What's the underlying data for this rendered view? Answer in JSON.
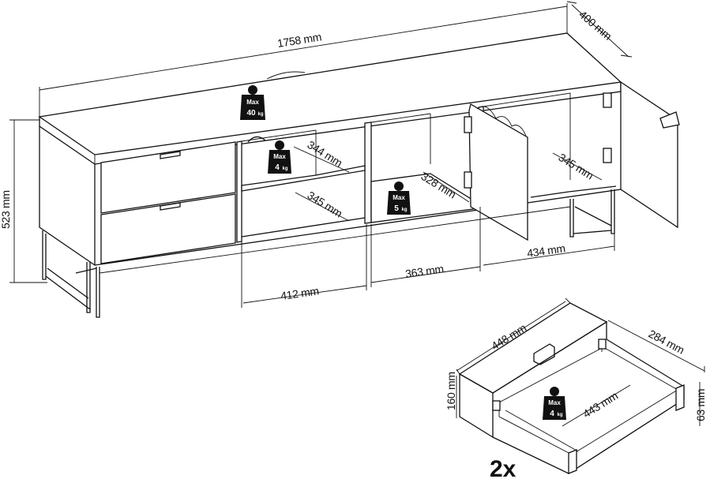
{
  "dimensions": {
    "total_width": "1758 mm",
    "depth": "400 mm",
    "height": "523 mm",
    "shelf_upper_depth": "344 mm",
    "shelf_lower_depth": "345 mm",
    "shelf_middle_depth": "328 mm",
    "shelf_right_depth": "345 mm",
    "compartment_left_width": "412 mm",
    "compartment_middle_width": "363 mm",
    "compartment_right_width": "434 mm",
    "drawer_outer_width": "448 mm",
    "drawer_outer_depth": "284 mm",
    "drawer_height": "160 mm",
    "drawer_inner_width": "443 mm",
    "drawer_inner_height": "63 mm"
  },
  "weights": {
    "top": {
      "label": "Max",
      "value": "40",
      "unit": "kg"
    },
    "shelf": {
      "label": "Max",
      "value": "4",
      "unit": "kg"
    },
    "middle": {
      "label": "Max",
      "value": "5",
      "unit": "kg"
    },
    "drawer": {
      "label": "Max",
      "value": "4",
      "unit": "kg"
    }
  },
  "drawer_count": "2x"
}
